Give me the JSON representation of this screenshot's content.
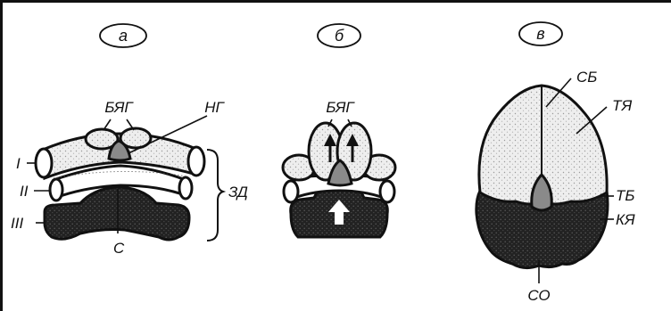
{
  "panels": {
    "a": {
      "letter": "а",
      "labels": {
        "byag": "БЯГ",
        "ng": "НГ",
        "i": "I",
        "ii": "II",
        "iii": "III",
        "zd": "ЗД",
        "s": "С"
      }
    },
    "b": {
      "letter": "б",
      "labels": {
        "byag": "БЯГ"
      }
    },
    "v": {
      "letter": "в",
      "labels": {
        "sb": "СБ",
        "tya": "ТЯ",
        "tb": "ТБ",
        "kya": "КЯ",
        "so": "СО"
      }
    }
  },
  "colors": {
    "light_fill": "#ececec",
    "dark_fill": "#262626",
    "mid_fill": "#8a8a8a",
    "stroke": "#111111"
  }
}
